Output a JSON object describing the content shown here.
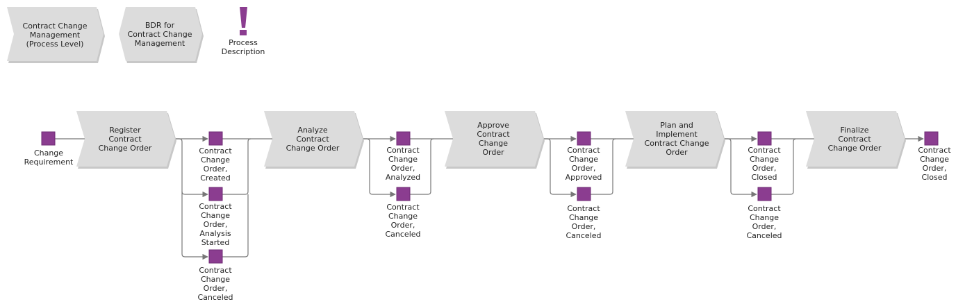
{
  "colors": {
    "process_fill": "#dcdcdc",
    "process_shadow": "#c8c8c8",
    "event_fill": "#8b3d90",
    "event_stroke": "#6e2a73",
    "connector": "#777777",
    "accent_purple": "#8b3d90"
  },
  "header": {
    "process_level": "Contract Change\nManagement\n(Process Level)",
    "bdr": "BDR for\nContract Change\nManagement",
    "description_icon": "exclamation-icon",
    "description_label": "Process\nDescription"
  },
  "events": {
    "change_requirement": "Change\nRequirement",
    "created": "Contract\nChange\nOrder,\nCreated",
    "analysis_started": "Contract\nChange\nOrder,\nAnalysis\nStarted",
    "canceled_1": "Contract\nChange\nOrder,\nCanceled",
    "analyzed": "Contract\nChange\nOrder,\nAnalyzed",
    "canceled_2": "Contract\nChange\nOrder,\nCanceled",
    "approved": "Contract\nChange\nOrder,\nApproved",
    "canceled_3": "Contract\nChange\nOrder,\nCanceled",
    "closed_1": "Contract\nChange\nOrder,\nClosed",
    "canceled_4": "Contract\nChange\nOrder,\nCanceled",
    "closed_2": "Contract\nChange\nOrder,\nClosed"
  },
  "processes": {
    "register": "Register\nContract\nChange Order",
    "analyze": "Analyze\nContract\nChange Order",
    "approve": "Approve\nContract\nChange\nOrder",
    "plan": "Plan and\nImplement\nContract Change\nOrder",
    "finalize": "Finalize\nContract\nChange Order"
  }
}
